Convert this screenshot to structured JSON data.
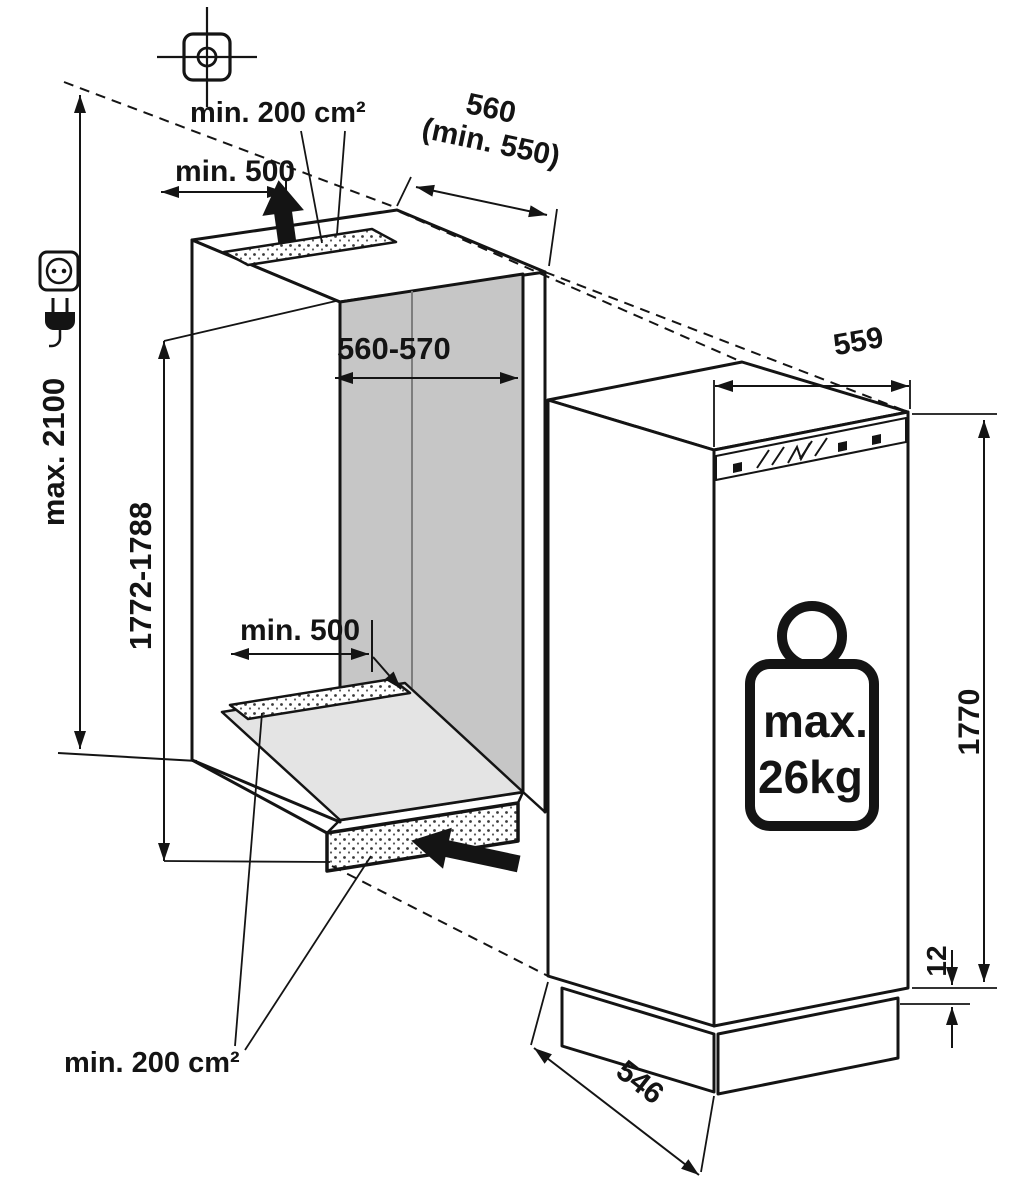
{
  "labels": {
    "vent_area_top": "min. 200 cm²",
    "clearance_top": "min. 500",
    "niche_depth_value": "560",
    "niche_depth_min": "(min. 550)",
    "niche_width": "560-570",
    "ceiling_height": "max. 2100",
    "niche_height": "1772-1788",
    "clearance_bottom": "min. 500",
    "vent_area_bottom": "min. 200 cm²",
    "appliance_width": "559",
    "appliance_height": "1770",
    "plinth_gap": "12",
    "appliance_depth": "546",
    "weight_limit_line1": "max.",
    "weight_limit_line2": "26kg"
  },
  "icons": {
    "mounting_cross": "drill-template-cross",
    "socket": "power-socket",
    "plug": "power-plug",
    "airflow_top": "airflow-up-arrow",
    "airflow_bottom": "airflow-in-arrow",
    "weight": "max-weight-badge"
  },
  "colors": {
    "line": "#141414",
    "cavity_back_wall": "#c6c6c6",
    "cavity_floor": "#e4e4e4",
    "background": "#ffffff"
  }
}
